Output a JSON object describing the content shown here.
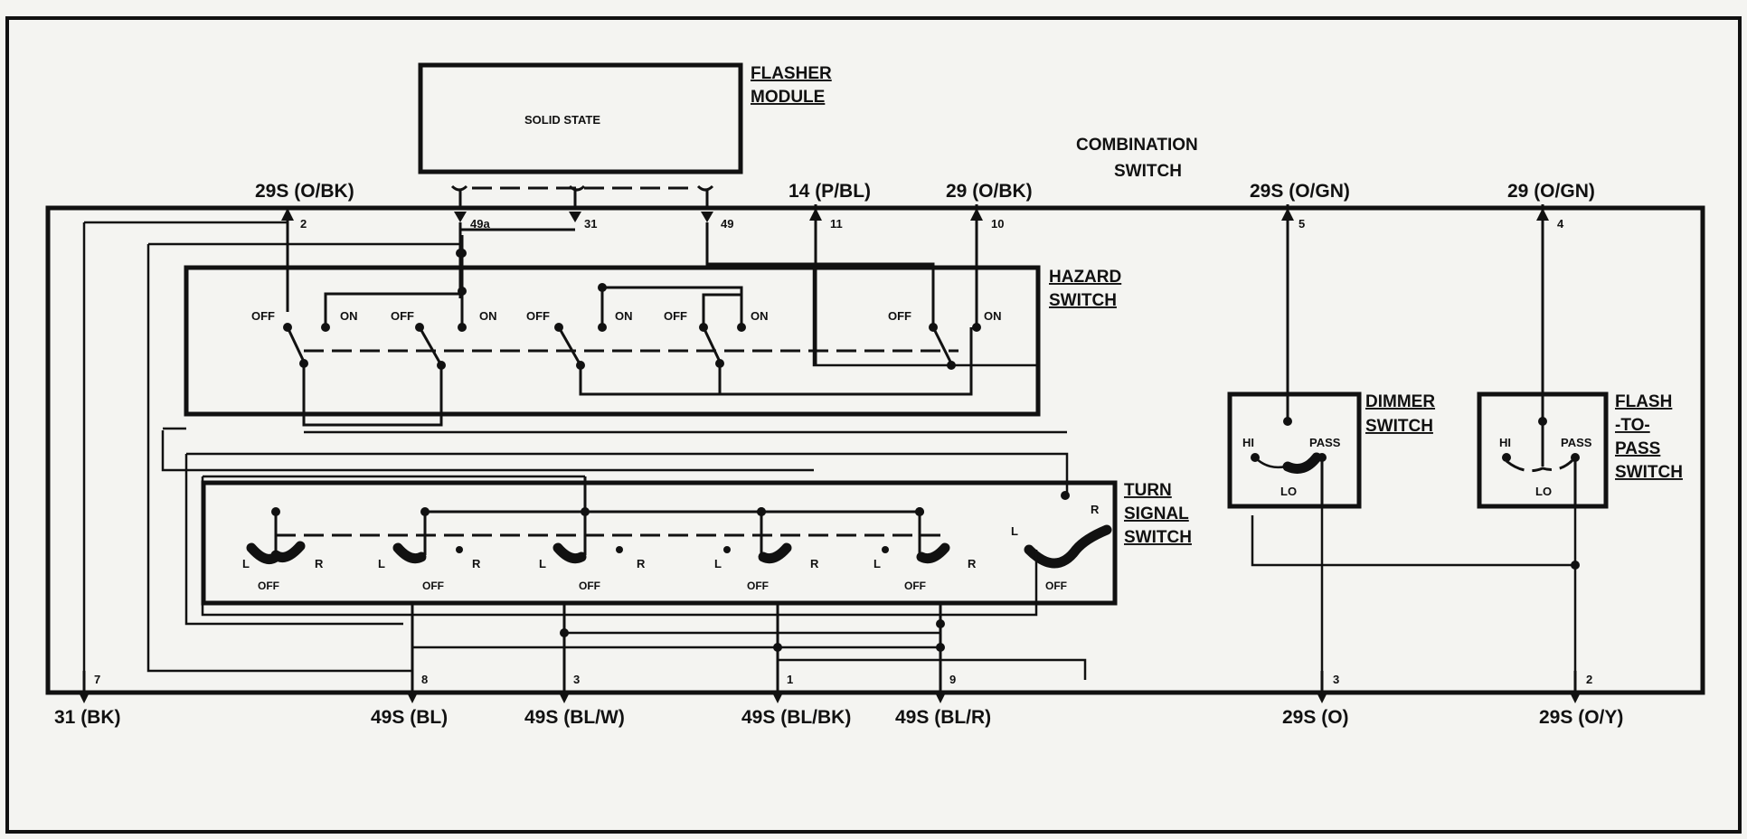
{
  "flasher": {
    "title1": "FLASHER",
    "title2": "MODULE",
    "inner": "SOLID STATE"
  },
  "combination": {
    "line1": "COMBINATION",
    "line2": "SWITCH"
  },
  "hazard": {
    "line1": "HAZARD",
    "line2": "SWITCH"
  },
  "turn": {
    "line1": "TURN",
    "line2": "SIGNAL",
    "line3": "SWITCH"
  },
  "dimmer": {
    "line1": "DIMMER",
    "line2": "SWITCH",
    "hi": "HI",
    "pass": "PASS",
    "lo": "LO"
  },
  "ftp": {
    "line1": "FLASH",
    "line2": "-TO-",
    "line3": "PASS",
    "line4": "SWITCH",
    "hi": "HI",
    "pass": "PASS",
    "lo": "LO"
  },
  "top_wires": {
    "w29s_obk": "29S (O/BK)",
    "w14_pbl": "14 (P/BL)",
    "w29_obk": "29 (O/BK)",
    "w29s_ogn": "29S (O/GN)",
    "w29_ogn": "29 (O/GN)"
  },
  "bottom_wires": {
    "w31_bk": "31 (BK)",
    "w49s_bl": "49S (BL)",
    "w49s_blw": "49S (BL/W)",
    "w49s_blbk": "49S (BL/BK)",
    "w49s_blr": "49S (BL/R)",
    "w29s_o": "29S (O)",
    "w29s_oy": "29S (O/Y)"
  },
  "pins": {
    "p2": "2",
    "p49a": "49a",
    "p31": "31",
    "p49": "49",
    "p11": "11",
    "p10": "10",
    "p5": "5",
    "p4": "4",
    "p7": "7",
    "p8": "8",
    "p3": "3",
    "p1": "1",
    "p9": "9",
    "p3b": "3",
    "p2b": "2"
  },
  "hazard_positions": {
    "off": "OFF",
    "on": "ON"
  },
  "turn_positions": {
    "l": "L",
    "r": "R",
    "off": "OFF"
  }
}
